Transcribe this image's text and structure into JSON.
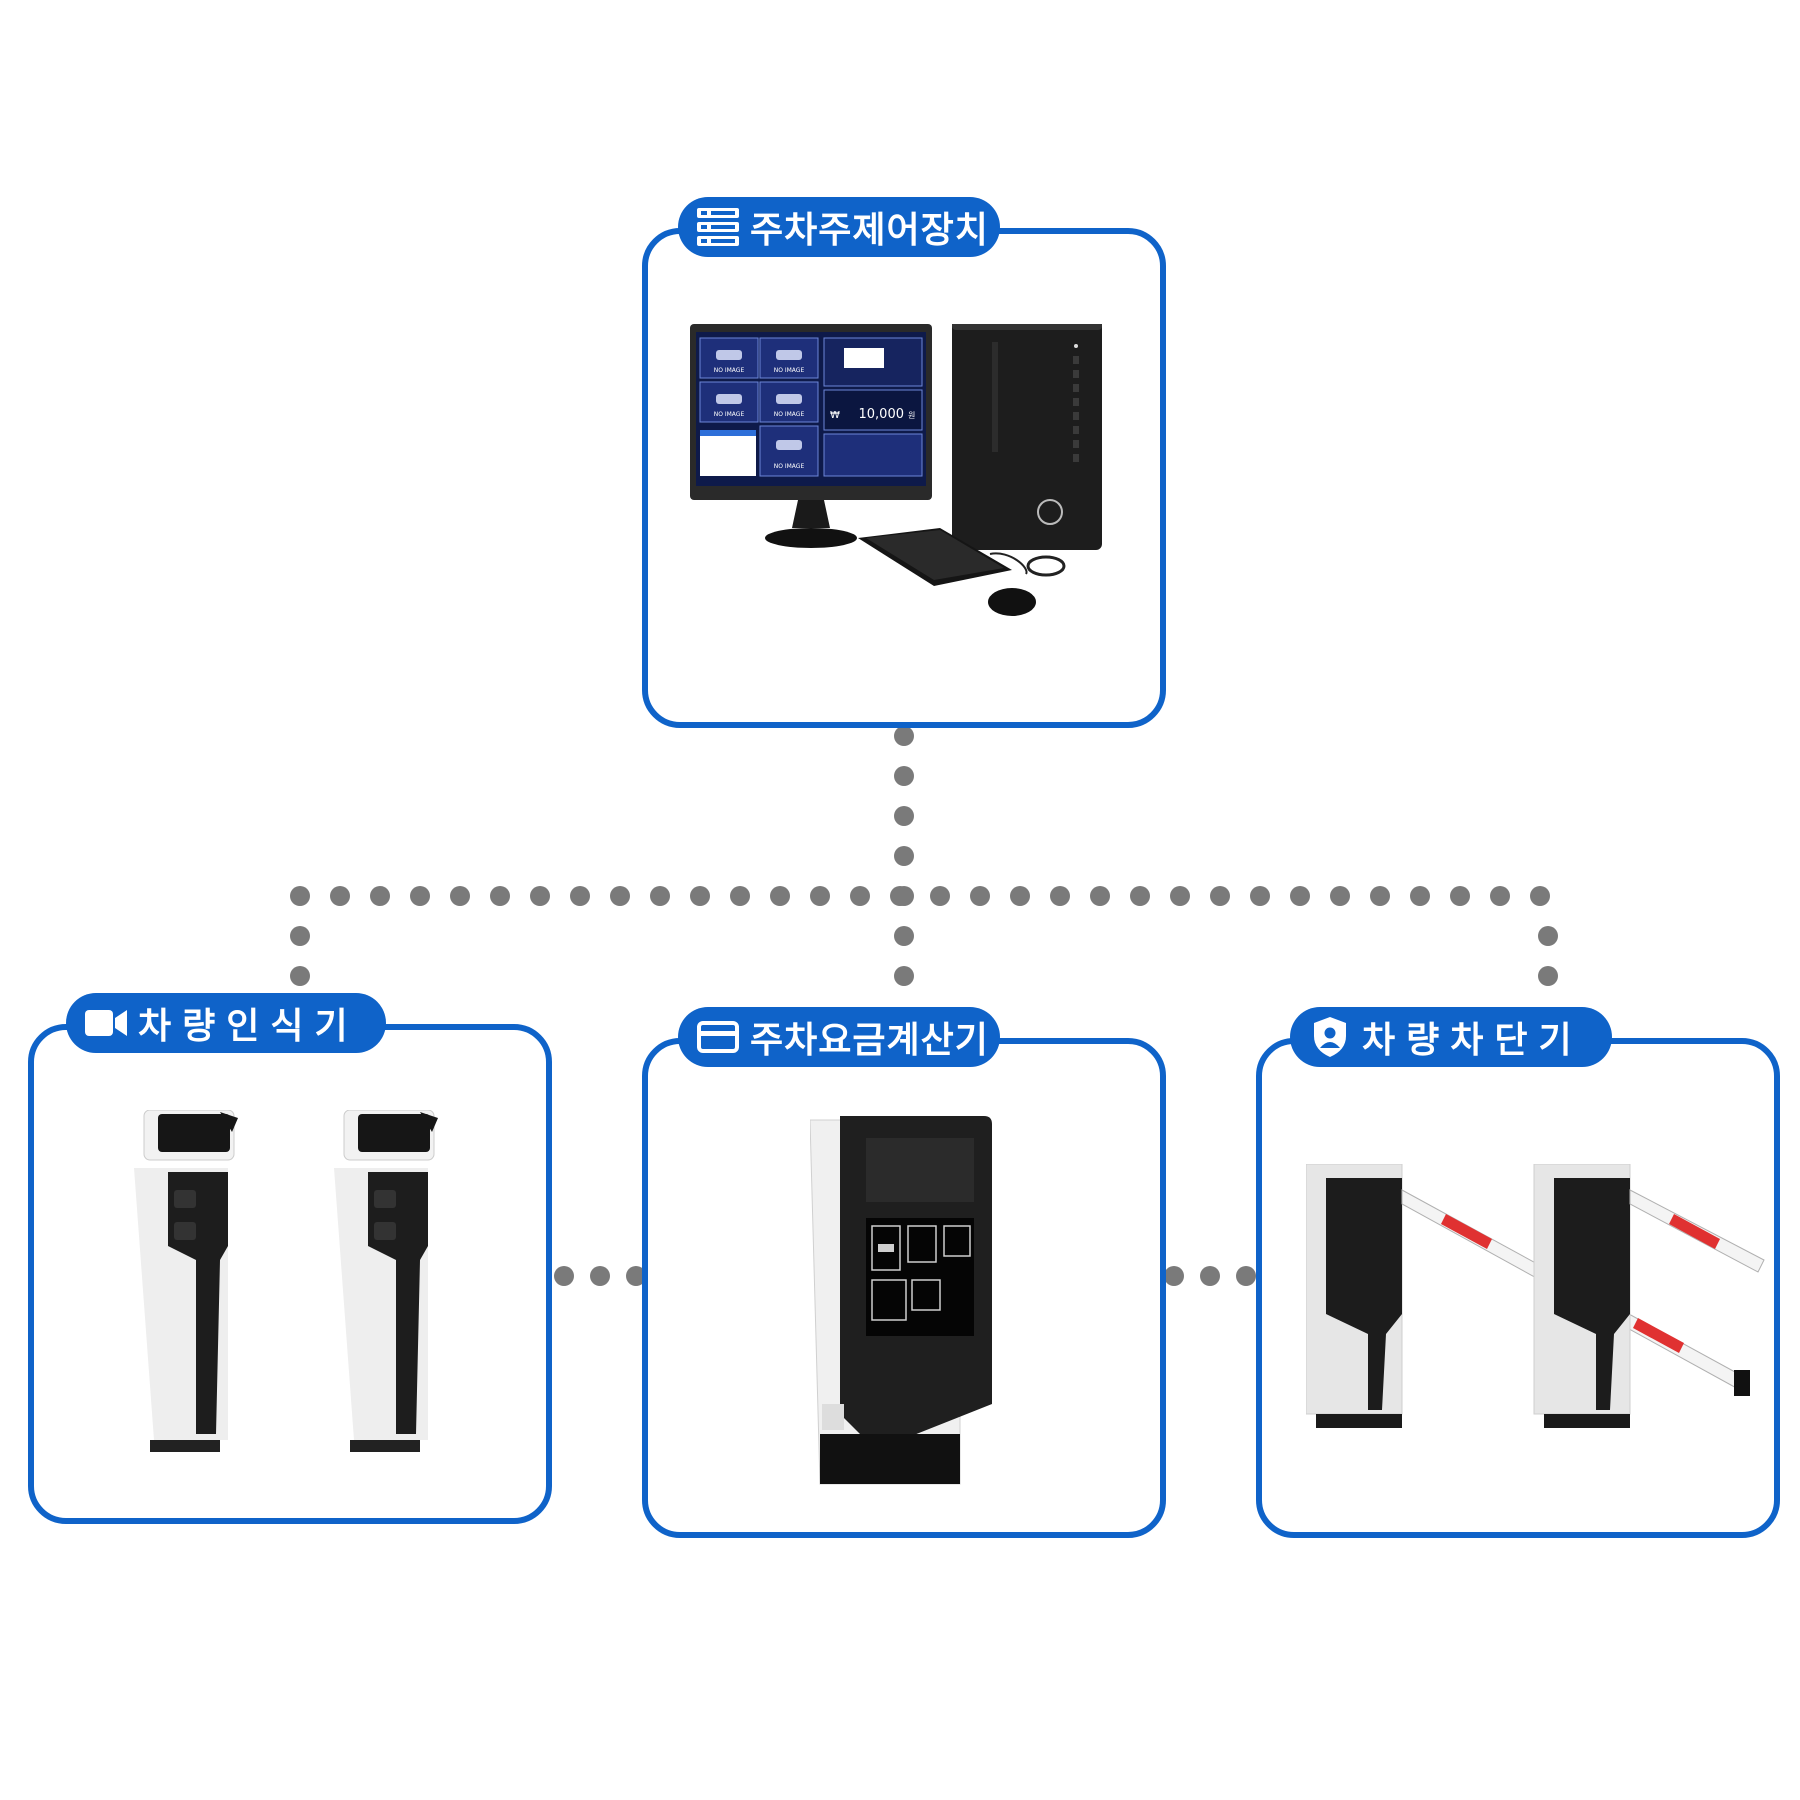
{
  "colors": {
    "accent": "#0f63c9",
    "dots": "#7a7a7a"
  },
  "nodes": {
    "controller": {
      "label": "주차주제어장치",
      "icon": "server-rack-icon"
    },
    "recognizer": {
      "label": "차량인식기",
      "icon": "video-camera-icon"
    },
    "payment": {
      "label": "주차요금계산기",
      "icon": "credit-card-icon"
    },
    "barrier": {
      "label": "차량차단기",
      "icon": "shield-user-icon"
    }
  },
  "monitor": {
    "amount": "10,000",
    "currency": "₩",
    "unit": "원",
    "no_image": "NO IMAGE"
  }
}
